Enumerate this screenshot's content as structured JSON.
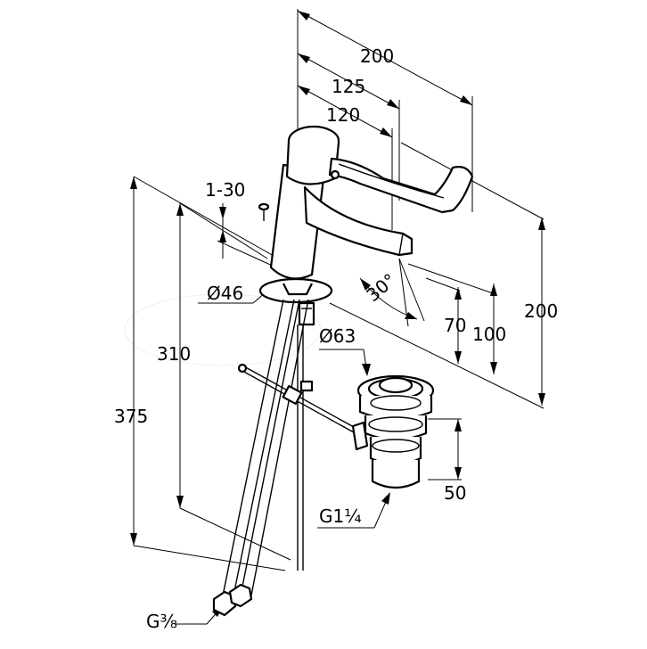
{
  "dimensions": {
    "total_depth": "200",
    "spout_reach": "125",
    "spout_reach_inner": "120",
    "mount_thickness": "1-30",
    "base_diameter": "Ø46",
    "swivel_angle": "30°",
    "spout_height": "70",
    "outlet_height": "100",
    "total_height": "200",
    "hose_length_short": "310",
    "hose_length_long": "375",
    "waste_diameter": "Ø63",
    "waste_height": "50",
    "waste_thread": "G1¼",
    "hose_thread": "G⅜"
  },
  "colors": {
    "line": "#000000",
    "background": "#ffffff"
  }
}
